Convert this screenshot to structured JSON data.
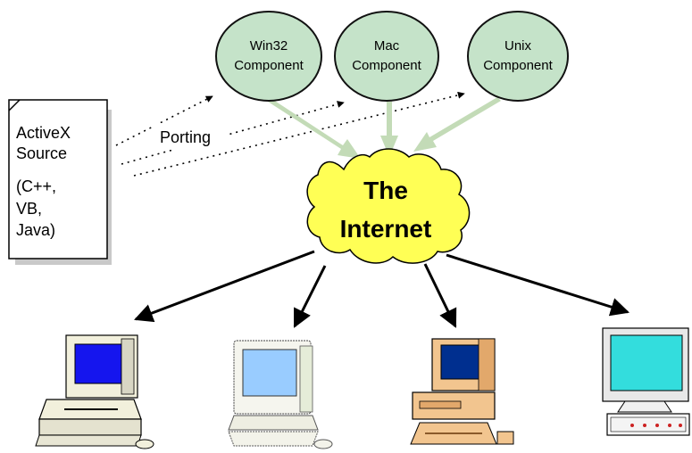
{
  "colors": {
    "component_fill": "#c5e3c9",
    "component_stroke": "#111111",
    "arrow_green": "#c3dbb7",
    "cloud_fill": "#ffff55",
    "screen_blue": "#1515ee",
    "screen_lightblue": "#99ccff",
    "screen_darkblue": "#002f8f",
    "screen_cyan": "#33dddd",
    "tan": "#f2c58f",
    "beige": "#f2f0dc"
  },
  "components": [
    {
      "line1": "Win32",
      "line2": "Component"
    },
    {
      "line1": "Mac",
      "line2": "Component"
    },
    {
      "line1": "Unix",
      "line2": "Component"
    }
  ],
  "source_doc": {
    "line1": "ActiveX",
    "line2": "Source",
    "line3": "(C++,",
    "line4": "VB,",
    "line5": "Java)"
  },
  "porting_label": "Porting",
  "cloud": {
    "line1": "The",
    "line2": "Internet"
  },
  "computers": [
    {
      "icon": "desktop-computer-icon"
    },
    {
      "icon": "mac-computer-icon"
    },
    {
      "icon": "pc-computer-icon"
    },
    {
      "icon": "monitor-terminal-icon"
    }
  ]
}
